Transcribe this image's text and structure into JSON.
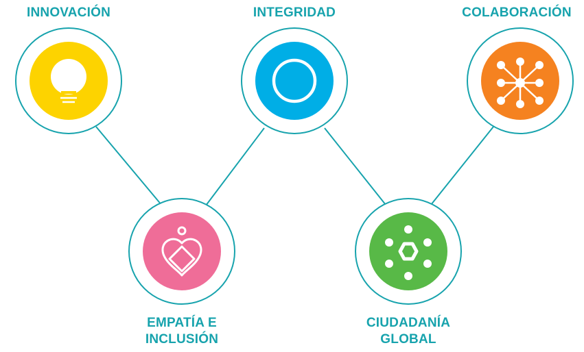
{
  "colors": {
    "teal": "#17a3ad",
    "yellow": "#fdd300",
    "blue": "#00aee6",
    "orange": "#f58220",
    "pink": "#ef6d98",
    "green": "#58b947"
  },
  "nodes": {
    "innovacion": {
      "label": "INNOVACIÓN",
      "icon": "lightbulb-icon"
    },
    "integridad": {
      "label": "INTEGRIDAD",
      "icon": "ring-icon"
    },
    "colaboracion": {
      "label": "COLABORACIÓN",
      "icon": "network-icon"
    },
    "empatia": {
      "label_line1": "EMPATÍA E",
      "label_line2": "INCLUSIÓN",
      "icon": "heart-diamond-icon"
    },
    "ciudadania": {
      "label_line1": "CIUDADANÍA",
      "label_line2": "GLOBAL",
      "icon": "globe-dots-icon"
    }
  }
}
